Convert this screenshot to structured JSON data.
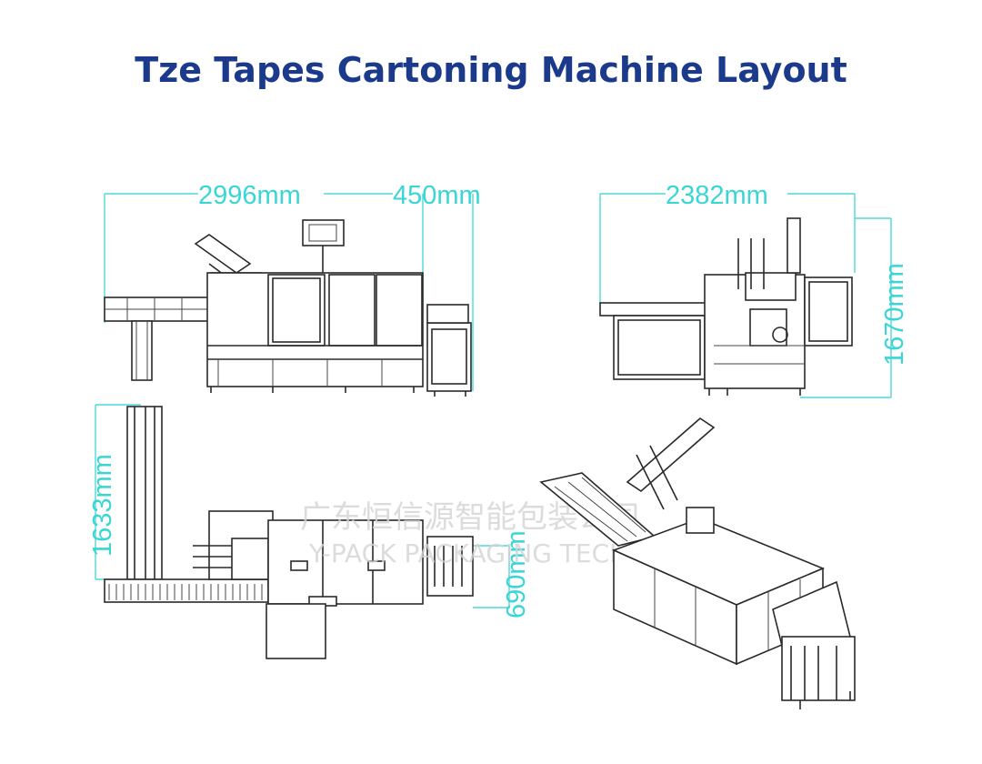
{
  "title": "Tze Tapes Cartoning Machine Layout",
  "dimensions": {
    "front_length": "2996mm",
    "front_extra": "450mm",
    "side_width": "2382mm",
    "side_height": "1670mm",
    "top_depth": "1633mm",
    "top_extra": "690mm"
  },
  "watermark": {
    "chinese": "广东恒信源智能包装公司",
    "english": "Y-PACK PACKAGING TECHNOLOGY"
  },
  "colors": {
    "title": "#1b3a8c",
    "dimension": "#3ad6d6"
  }
}
